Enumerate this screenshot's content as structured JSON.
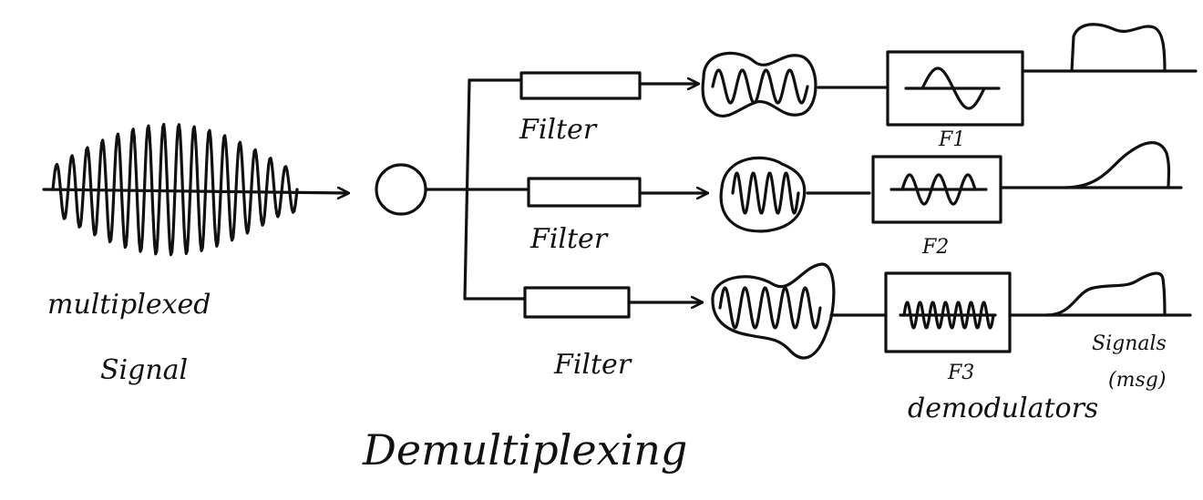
{
  "labels": {
    "input_line1": "multiplexed",
    "input_line2": "Signal",
    "filter": [
      "Filter",
      "Filter",
      "Filter"
    ],
    "carrier": [
      "F1",
      "F2",
      "F3"
    ],
    "output_line1": "Signals",
    "output_line2": "(msg)",
    "demodulators": "demodulators",
    "title": "Demultiplexing"
  },
  "colors": {
    "ink": "#111111",
    "paper": "#ffffff"
  }
}
